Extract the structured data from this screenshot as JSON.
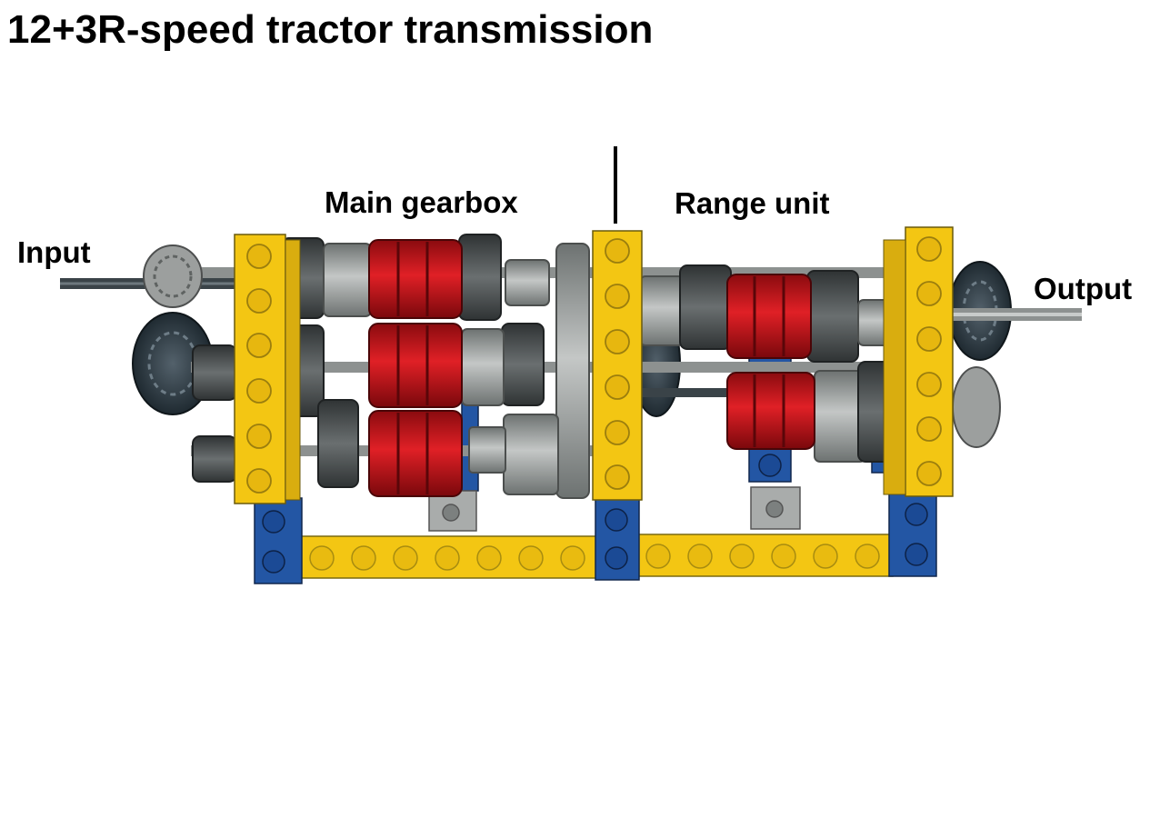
{
  "title": "12+3R-speed tractor transmission",
  "labels": {
    "input": "Input",
    "main_gearbox": "Main gearbox",
    "range_unit": "Range unit",
    "output": "Output"
  },
  "colors": {
    "beam_yellow": "#f3c613",
    "beam_blue": "#2356a4",
    "clutch_red": "#c8141a",
    "gear_dark": "#4d5254",
    "gear_light": "#a4a7a5",
    "axle_grey": "#8d9190",
    "tire_dark": "#2c3a44"
  }
}
